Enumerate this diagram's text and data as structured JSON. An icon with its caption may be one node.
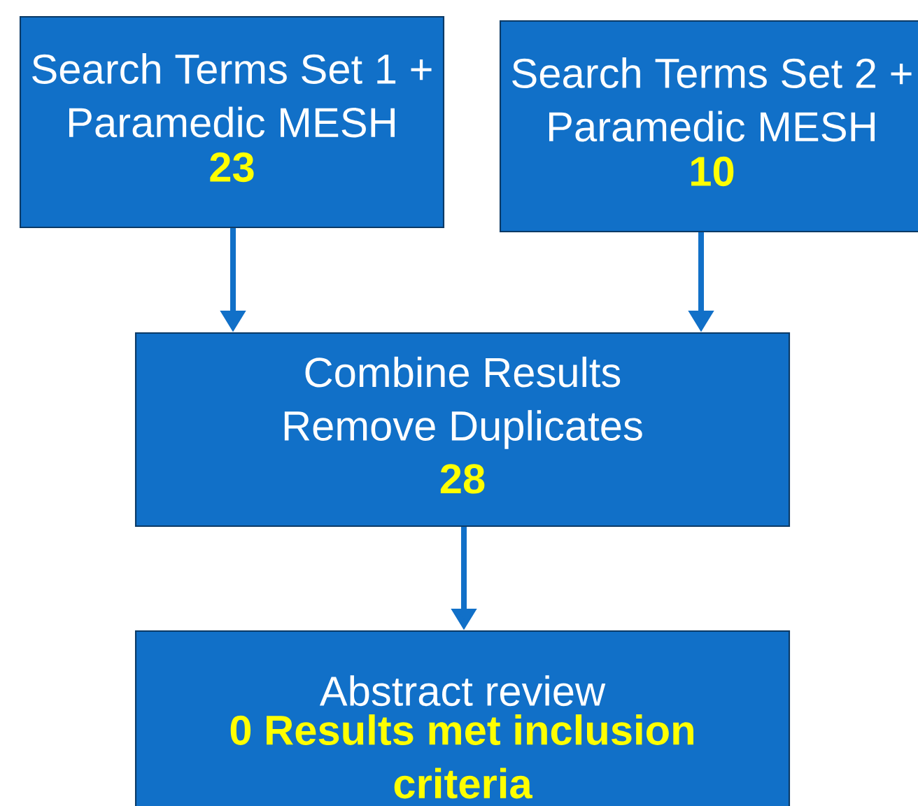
{
  "diagram": {
    "nodes": [
      {
        "text": [
          "Search Terms Set 1 + Paramedic MESH",
          "23"
        ]
      },
      {
        "text": [
          "Search Terms Set 2 + Paramedic MESH",
          "10"
        ]
      },
      {
        "text": [
          "Combine Results Remove Duplicates",
          "28"
        ]
      },
      {
        "text": [
          "Abstract review",
          "0 Results met inclusion criteria"
        ]
      }
    ],
    "edges": [
      {
        "from": 0,
        "to": 2,
        "arrow": "to"
      },
      {
        "from": 1,
        "to": 2,
        "arrow": "to"
      },
      {
        "from": 2,
        "to": 3,
        "arrow": "to"
      }
    ]
  }
}
